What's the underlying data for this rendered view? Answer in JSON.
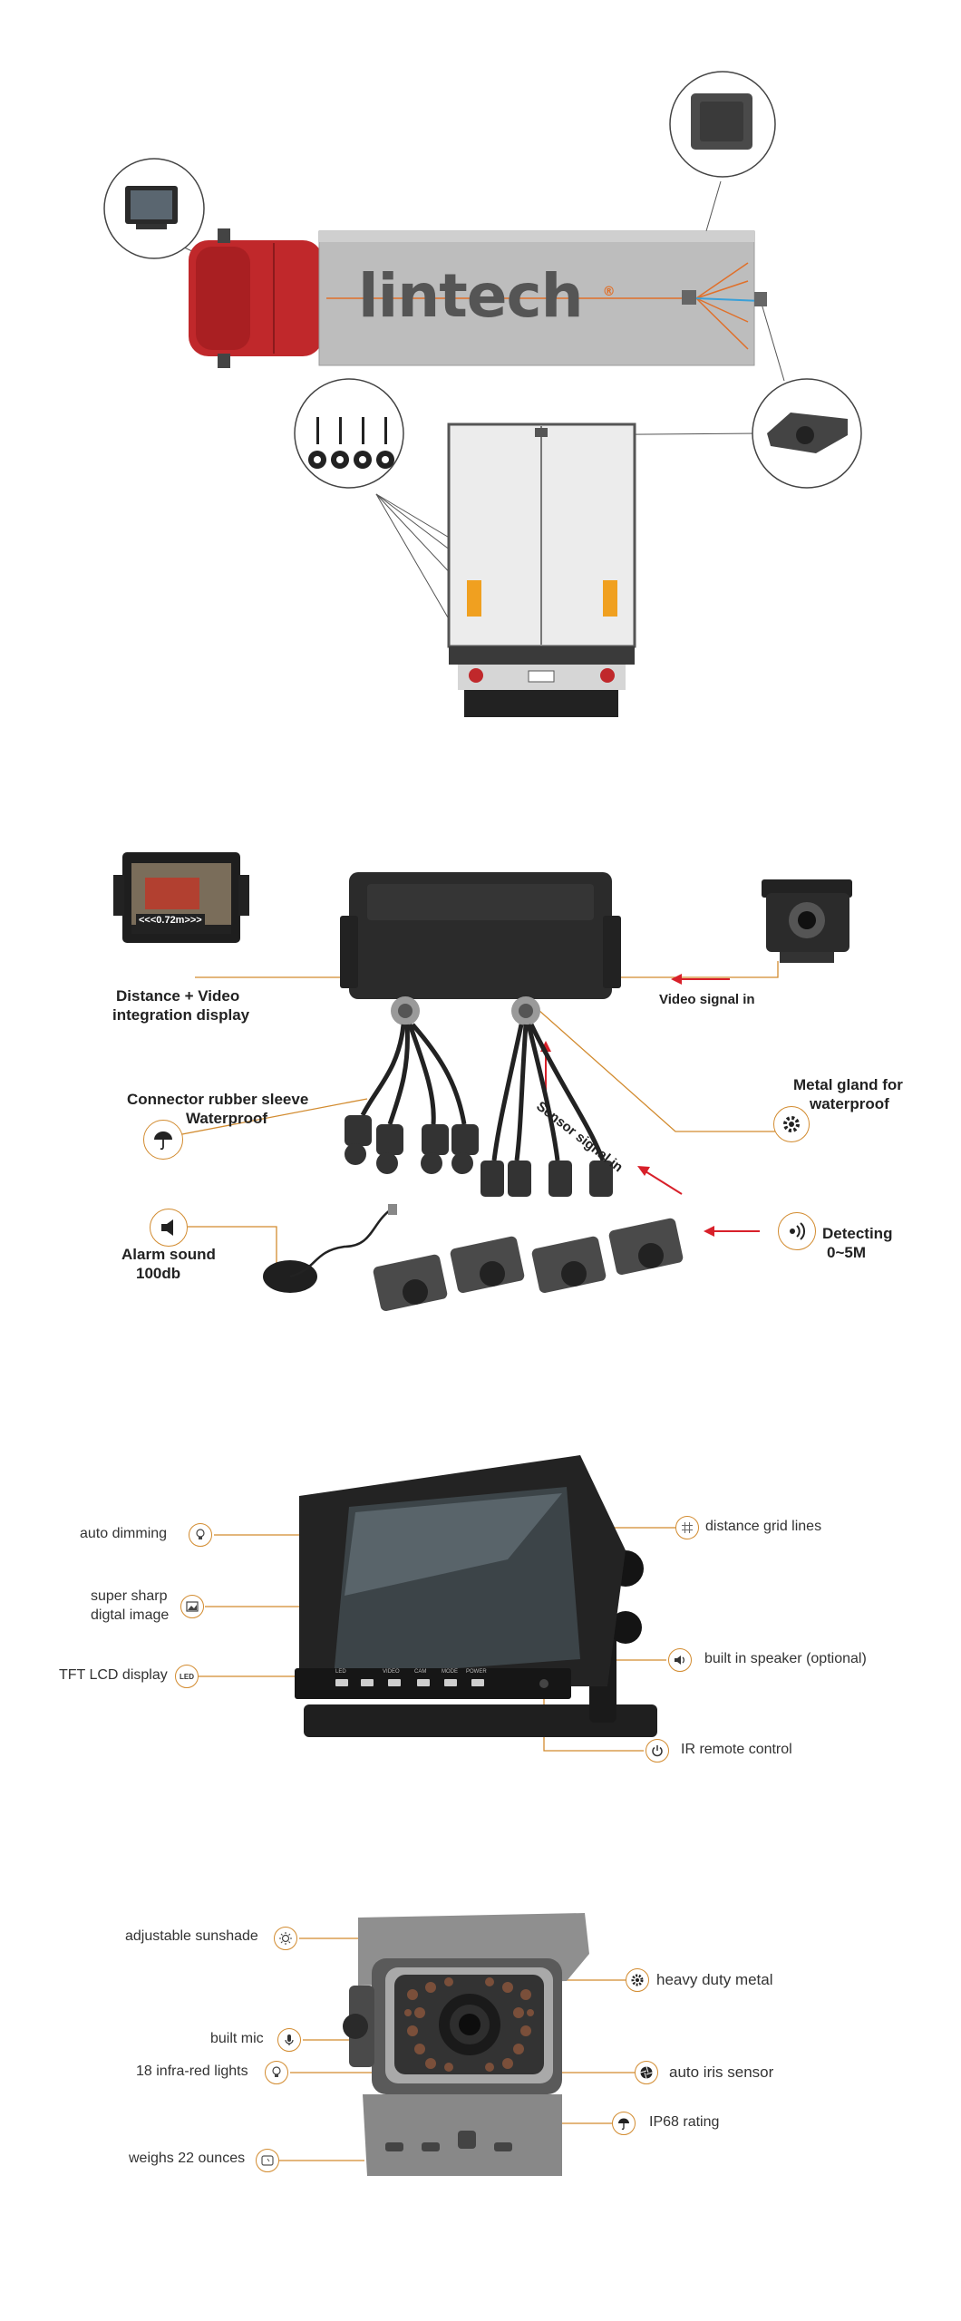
{
  "brand": {
    "logo_text": "lintech",
    "registered_mark": "®"
  },
  "system": {
    "display_label_1": "Distance + Video",
    "display_label_2": "integration display",
    "video_signal": "Video signal in",
    "gland_label_1": "Metal gland for",
    "gland_label_2": "waterproof",
    "sleeve_label_1": "Connector rubber sleeve",
    "sleeve_label_2": "Waterproof",
    "sensor_signal": "Sensor signal in",
    "alarm_label_1": "Alarm sound",
    "alarm_label_2": "100db",
    "detect_label_1": "Detecting",
    "detect_label_2": "0~5M",
    "screen_readout": "<<<0.72m>>>"
  },
  "monitor": {
    "features": {
      "auto_dimming": "auto dimming",
      "super_sharp_1": "super sharp",
      "super_sharp_2": "digtal image",
      "tft_lcd": "TFT LCD display",
      "distance_grid": "distance grid lines",
      "speaker": "built in speaker (optional)",
      "ir_remote": "IR remote control"
    },
    "led_badge": "LED",
    "button_labels": [
      "LED",
      "",
      "VIDEO",
      "CAM",
      "MODE",
      "POWER"
    ]
  },
  "camera": {
    "features": {
      "sunshade": "adjustable sunshade",
      "heavy_metal": "heavy duty metal",
      "mic": "built mic",
      "ir_lights": "18 infra-red lights",
      "auto_iris": "auto iris sensor",
      "ip68": "IP68 rating",
      "weight": "weighs 22 ounces"
    }
  },
  "colors": {
    "accent": "#d28b2f",
    "truck_cab": "#c0282b",
    "trailer": "#bdbdbd",
    "signal_arrow": "#d8202a",
    "wire_orange": "#e0702a",
    "wire_blue": "#3aa0d8"
  }
}
